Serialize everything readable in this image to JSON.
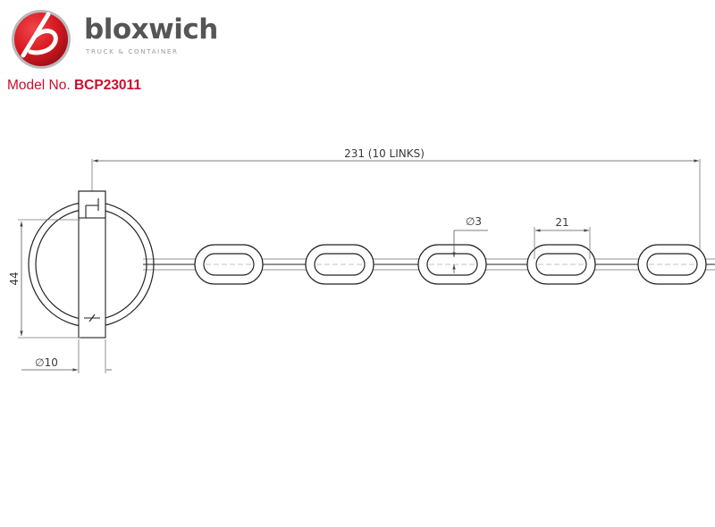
{
  "brand": {
    "name": "bloxwich",
    "tagline": "TRUCK & CONTAINER",
    "logo_mark": "b",
    "logo_color": "#d71920"
  },
  "model": {
    "label": "Model No.",
    "number": "BCP23011",
    "color": "#c8102e"
  },
  "dimensions": {
    "overall_length": "231 (10 LINKS)",
    "ring_height": "44",
    "pin_diameter": "∅10",
    "wire_diameter": "∅3",
    "link_pitch": "21"
  },
  "drawing": {
    "line_color": "#222222",
    "dimension_color": "#555555"
  }
}
